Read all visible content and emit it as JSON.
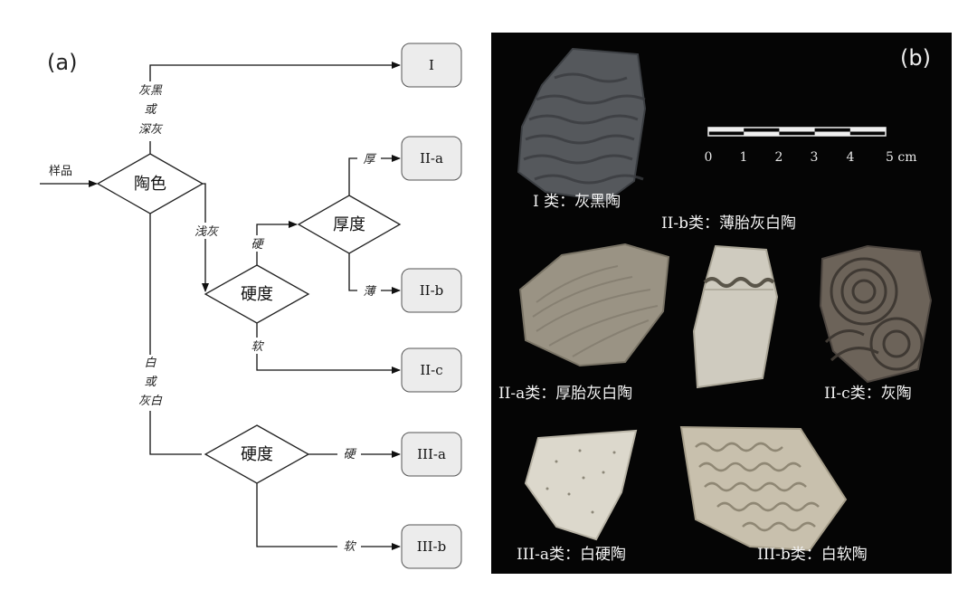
{
  "panel_a": {
    "label": "(a)",
    "input_label": "样品",
    "decisions": {
      "color": "陶色",
      "hardness_upper": "硬度",
      "thickness": "厚度",
      "hardness_lower": "硬度"
    },
    "edges": {
      "dark_line1": "灰黑",
      "dark_line2": "或",
      "dark_line3": "深灰",
      "light_gray": "浅灰",
      "white_line1": "白",
      "white_line2": "或",
      "white_line3": "灰白",
      "hard_upper": "硬",
      "soft_upper": "软",
      "thick": "厚",
      "thin": "薄",
      "hard_lower": "硬",
      "soft_lower": "软"
    },
    "classes": {
      "I": "I",
      "IIa": "II-a",
      "IIb": "II-b",
      "IIc": "II-c",
      "IIIa": "III-a",
      "IIIb": "III-b"
    }
  },
  "panel_b": {
    "label": "(b)",
    "scale_ticks": [
      "0",
      "1",
      "2",
      "3",
      "4",
      "5 cm"
    ],
    "captions": {
      "I": "I 类：灰黑陶",
      "IIb": "II-b类：薄胎灰白陶",
      "IIa": "II-a类：厚胎灰白陶",
      "IIc": "II-c类：灰陶",
      "IIIa": "III-a类：白硬陶",
      "IIIb": "III-b类：白软陶"
    },
    "colors": {
      "background": "#050505",
      "type_I": "#55585c",
      "type_IIa": "#9a9384",
      "type_IIb": "#cfcbbf",
      "type_IIc": "#6c6359",
      "type_IIIa": "#dcd8cc",
      "type_IIIb": "#c8c0ad"
    }
  }
}
